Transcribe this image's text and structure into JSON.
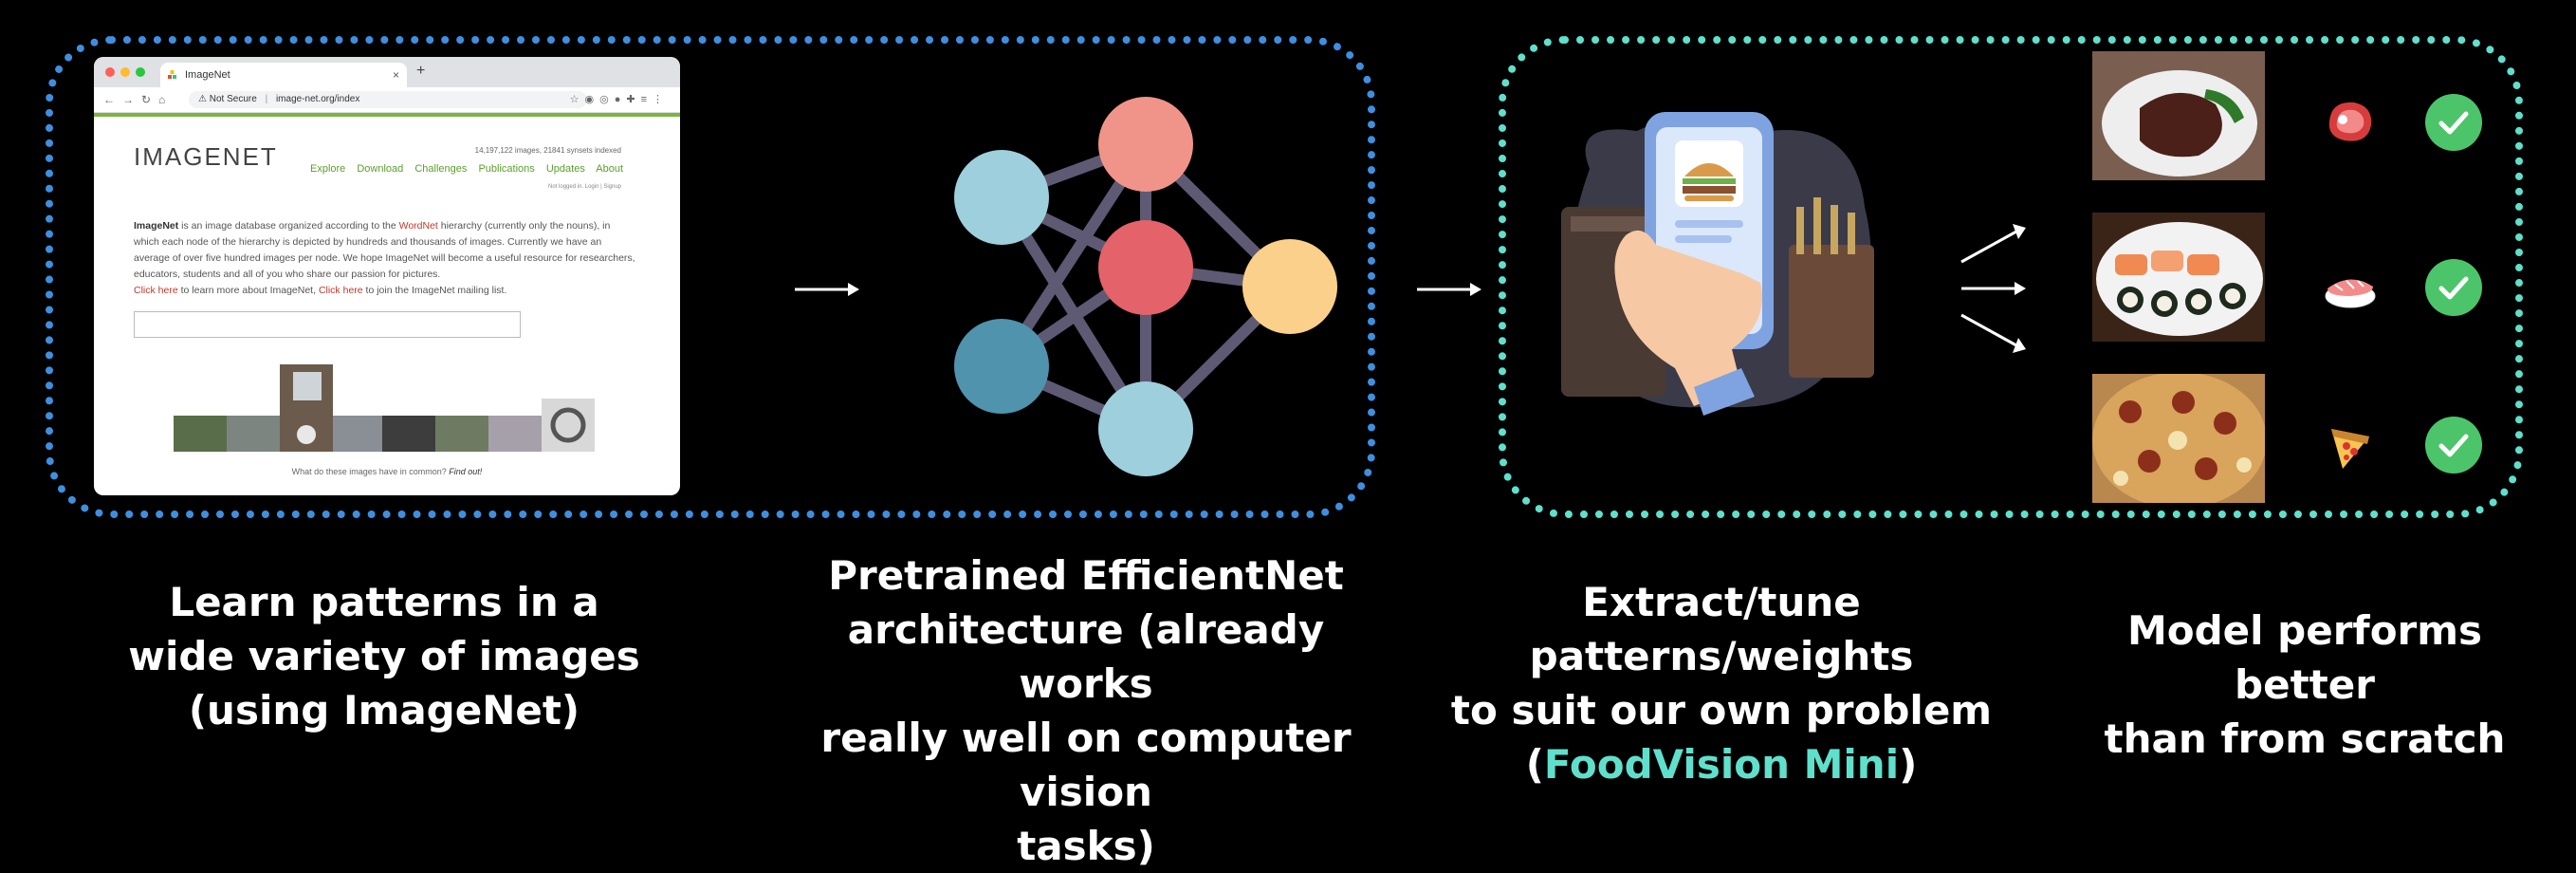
{
  "browser": {
    "tab_title": "ImageNet",
    "not_secure": "Not Secure",
    "url": "image-net.org/index",
    "logo": "IMAGENET",
    "stats": "14,197,122 images, 21841 synsets indexed",
    "nav": [
      "Explore",
      "Download",
      "Challenges",
      "Publications",
      "Updates",
      "About"
    ],
    "login": "Not logged in. Login | Signup",
    "desc_lead": "ImageNet",
    "desc_1": " is an image database organized according to the ",
    "desc_wordnet": "WordNet",
    "desc_2": " hierarchy (currently only the nouns), in which each node of the hierarchy is depicted by hundreds and thousands of images. Currently we have an average of over five hundred images per node. We hope ImageNet will become a useful resource for researchers, educators, students and all of you who share our passion for pictures.",
    "click_here_1": "Click here",
    "desc_3": " to learn more about ImageNet, ",
    "click_here_2": "Click here",
    "desc_4": " to join the ImageNet mailing list.",
    "caption": "What do these images have in common?",
    "caption_link": "Find out!"
  },
  "labels": {
    "step1": [
      "Learn patterns in a",
      "wide variety of images",
      "(using ImageNet)"
    ],
    "step2": [
      "Pretrained EfficientNet",
      "architecture (already works",
      "really well on computer vision",
      "tasks)"
    ],
    "step3_lines": [
      "Extract/tune patterns/weights",
      "to suit our own problem"
    ],
    "step3_open": "(",
    "step3_accent": "FoodVision Mini",
    "step3_close": ")",
    "step4": [
      "Model performs better",
      "than from scratch"
    ]
  },
  "colors": {
    "frame_left": "#3f8fe0",
    "frame_right": "#5fe0cc",
    "accent": "#5fe0cc",
    "check": "#4cc56a",
    "node_teal_light": "#9ecfdc",
    "node_teal_dark": "#4f93ad",
    "node_salmon": "#f0948a",
    "node_red": "#e4626a",
    "node_yellow": "#fbd08a",
    "edge": "#5e5a74"
  },
  "icons": [
    "food-app-phone-icon",
    "steak-icon",
    "sushi-icon",
    "pizza-icon",
    "check-icon",
    "arrow-icon"
  ]
}
